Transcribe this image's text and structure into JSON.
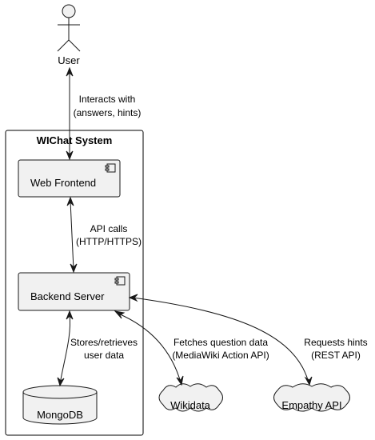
{
  "actor": {
    "label": "User"
  },
  "system": {
    "title": "WIChat System"
  },
  "nodes": {
    "web_frontend": {
      "label": "Web Frontend",
      "icon": "component-icon"
    },
    "backend_server": {
      "label": "Backend Server",
      "icon": "component-icon"
    },
    "mongodb": {
      "label": "MongoDB"
    },
    "wikidata": {
      "label": "Wikidata"
    },
    "empathy_api": {
      "label": "Empathy API"
    }
  },
  "edges": {
    "user_frontend": {
      "line1": "Interacts with",
      "line2": "(answers, hints)"
    },
    "frontend_backend": {
      "line1": "API calls",
      "line2": "(HTTP/HTTPS)"
    },
    "backend_mongodb": {
      "line1": "Stores/retrieves",
      "line2": "user data"
    },
    "backend_wikidata": {
      "line1": "Fetches question data",
      "line2": "(MediaWiki Action API)"
    },
    "backend_empathy": {
      "line1": "Requests hints",
      "line2": "(REST API)"
    }
  },
  "colors": {
    "node_fill": "#f1f1f1",
    "stroke": "#181818",
    "background": "#ffffff"
  }
}
